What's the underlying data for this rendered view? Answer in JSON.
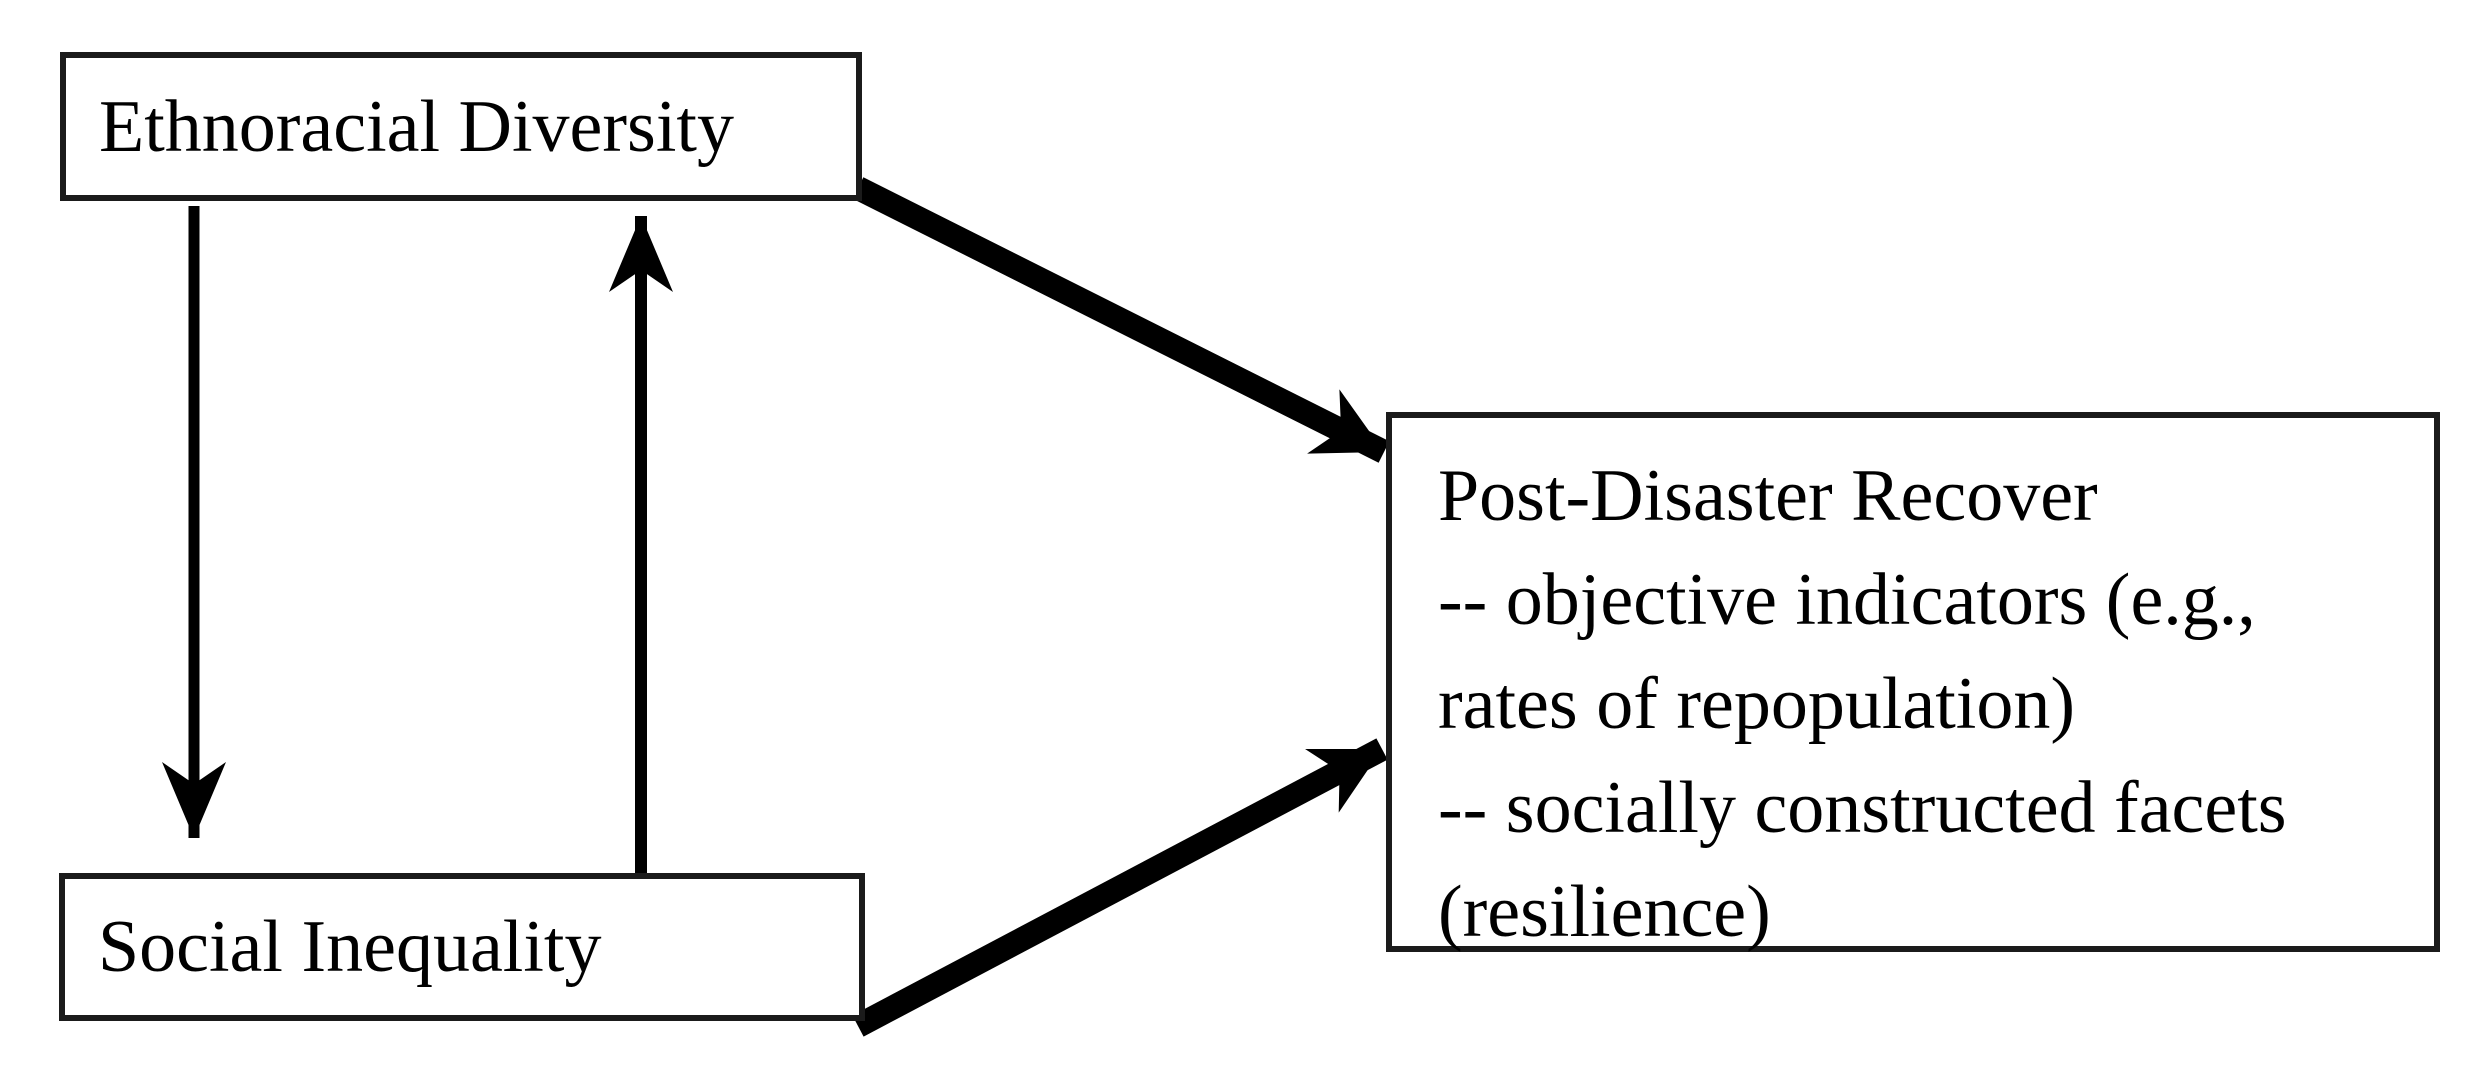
{
  "figure": {
    "background_color": "#ffffff",
    "stroke_color": "#000000",
    "box_border_color": "#1b1b1b",
    "nodes": {
      "ethnoracial_diversity": {
        "label": "Ethnoracial Diversity"
      },
      "social_inequality": {
        "label": "Social Inequality"
      },
      "post_disaster_recovery": {
        "lines": [
          "Post-Disaster Recover",
          "-- objective indicators (e.g.,",
          "rates of repopulation)",
          "-- socially constructed facets",
          "(resilience)"
        ]
      }
    },
    "edges": [
      {
        "from": "ethnoracial_diversity",
        "to": "social_inequality",
        "style": "thin-vertical-down-arrow"
      },
      {
        "from": "social_inequality",
        "to": "ethnoracial_diversity",
        "style": "thin-vertical-up-arrow"
      },
      {
        "from": "ethnoracial_diversity",
        "to": "post_disaster_recovery",
        "style": "thick-diagonal-arrow"
      },
      {
        "from": "social_inequality",
        "to": "post_disaster_recovery",
        "style": "thick-diagonal-arrow"
      }
    ]
  }
}
